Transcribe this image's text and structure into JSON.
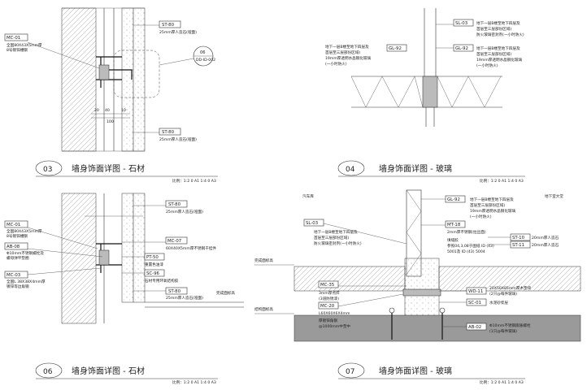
{
  "panels": [
    {
      "number": "03",
      "title": "墙身饰面详图 - 石材",
      "scale": "比例：1:2 0 A1  1:4 0 A3",
      "callouts": [
        {
          "code": "MC-01",
          "text": [
            "全国80X43X5mm厚",
            "8号镀锌槽钢"
          ]
        },
        {
          "code": "ST-80",
          "text": [
            "25mm厚人造石(哑面)"
          ]
        },
        {
          "code": "ST-80",
          "text": [
            "25mm厚人造石(哑面)"
          ]
        }
      ],
      "detail_ref": {
        "number": "06",
        "sheet": "DD-ID-002"
      },
      "dims": [
        "20",
        "40",
        "10",
        "100"
      ]
    },
    {
      "number": "04",
      "title": "墙身饰面详图 - 玻璃",
      "scale": "比例：1:2 0 A1  1:4 0 A3",
      "callouts": [
        {
          "code": "SL-03",
          "text": [
            "地下一层B楼至地下四层及",
            "首层至三层部份区域)",
            "防火玻璃密封剂(一小时防火)"
          ]
        },
        {
          "code": "GL-92",
          "text": [
            "地下一层B楼至地下四层及",
            "首层至三层部份区域)",
            "19mm厚透明水晶钢化玻璃",
            "(一小时防火)"
          ]
        },
        {
          "code": "GL-92",
          "text": [
            "地下一层B楼至地下四层及",
            "首层至三层部份区域)",
            "19mm厚透明水晶钢化玻璃",
            "(一小时防火)"
          ]
        }
      ]
    },
    {
      "number": "06",
      "title": "墙身饰面详图 - 石材",
      "scale": "比例：1:2 0 A1  1:4 0 A3",
      "callouts": [
        {
          "code": "MC-01",
          "text": [
            "全国80X43X5mm厚",
            "8号镀锌槽钢"
          ]
        },
        {
          "code": "AB-08",
          "text": [
            "Φ10mm不锈钢螺栓及",
            "螺母弹平垫圈"
          ]
        },
        {
          "code": "MC-03",
          "text": [
            "全国L 38X38X4mm厚",
            "镀锌等边角钢"
          ]
        },
        {
          "code": "ST-80",
          "text": [
            "25mm厚人造石(哑面)"
          ]
        },
        {
          "code": "MC-07",
          "text": [
            "60X40X5mm厚不锈钢干挂件"
          ]
        },
        {
          "code": "PT-50",
          "text": [
            "重置色油漆"
          ]
        },
        {
          "code": "SC-96",
          "text": [
            "石材专用环氧结构胶"
          ]
        },
        {
          "code": "ST-80",
          "text": [
            "25mm厚人造石(哑面)"
          ]
        }
      ],
      "level_label": "完成面标高"
    },
    {
      "number": "07",
      "title": "墙身饰面详图 - 玻璃",
      "scale": "比例：1:2 0 A1  1:4 0 A3",
      "room_left": "汽车库",
      "room_right": "地下室大堂",
      "level_labels": [
        "完成面标高",
        "结构面标高"
      ],
      "callouts": [
        {
          "code": "GL-92",
          "text": [
            "地下一层B楼至地下四层及",
            "首层至三层部份区域)",
            "19mm厚透明水晶钢化玻璃",
            "(一小时防火)"
          ]
        },
        {
          "code": "SL-03",
          "text": [
            "地下一层B楼至地下四层及",
            "首层至三层部份区域)",
            "防火玻璃密封剂(一小时防火)"
          ]
        },
        {
          "code": "MT-18",
          "text": [
            "2mm厚不锈钢(拉丝面)",
            "填缝胶",
            "参照04,3,08于图纸 ID (43)",
            "5001及 ID (43) 5004"
          ]
        },
        {
          "code": "ST-10",
          "text": [
            "20mm厚人造石"
          ]
        },
        {
          "code": "ST-11",
          "text": [
            "20mm厚人造石"
          ]
        },
        {
          "code": "MC-35",
          "text": [
            "3mm厚点焊",
            "(3道防锈漆)"
          ]
        },
        {
          "code": "MC-20",
          "text": [
            "L60X60X6X4mm",
            "厚镀锌角钢",
            "@1000mm中至中"
          ]
        },
        {
          "code": "WD-11",
          "text": [
            "20X50X85mm厚木垫块",
            "(2只@每件玻璃)"
          ]
        },
        {
          "code": "SC-01",
          "text": [
            "水泥砂浆层"
          ]
        },
        {
          "code": "AB-02",
          "text": [
            "Φ10mm不锈钢膨胀螺栓",
            "(1只@每件玻璃)"
          ]
        }
      ]
    }
  ]
}
